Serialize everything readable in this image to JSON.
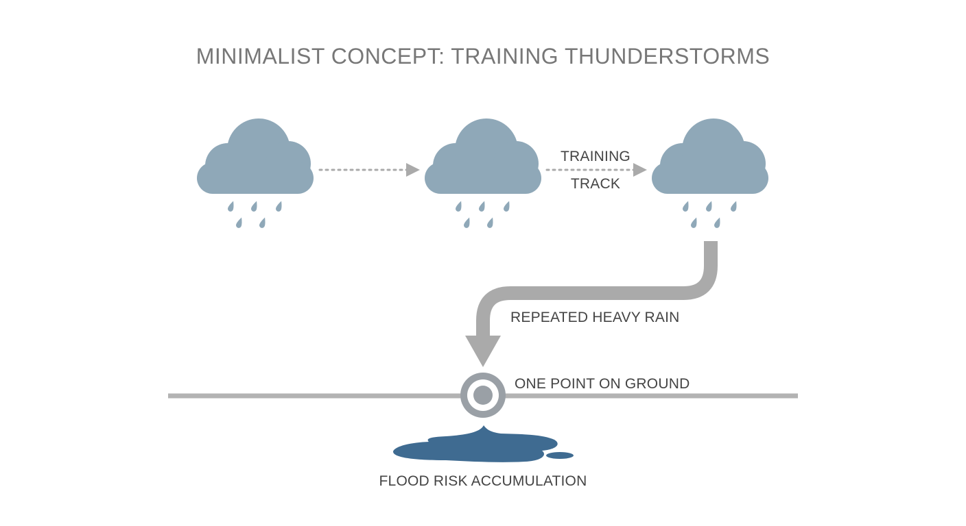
{
  "diagram": {
    "title": "MINIMALIST CONCEPT: TRAINING THUNDERSTORMS",
    "clouds": [
      {
        "name": "cloud-1"
      },
      {
        "name": "cloud-2"
      },
      {
        "name": "cloud-3"
      }
    ],
    "labels": {
      "training_track_line1": "TRAINING",
      "training_track_line2": "TRACK",
      "repeated_heavy_rain": "REPEATED HEAVY RAIN",
      "one_point_on_ground": "ONE POINT ON GROUND",
      "flood_risk": "FLOOD RISK ACCUMULATION"
    },
    "colors": {
      "cloud": "#8FA8B8",
      "raindrop": "#8FA8B8",
      "arrow": "#AAAAAA",
      "ground": "#B3B3B3",
      "target_ring": "#9AA0A6",
      "puddle": "#3F6B91",
      "title_text": "#777777",
      "label_text": "#444444"
    },
    "icons": [
      "cloud-icon",
      "raindrop-icon",
      "dotted-arrow-icon",
      "curved-arrow-icon",
      "target-icon",
      "puddle-icon"
    ]
  }
}
